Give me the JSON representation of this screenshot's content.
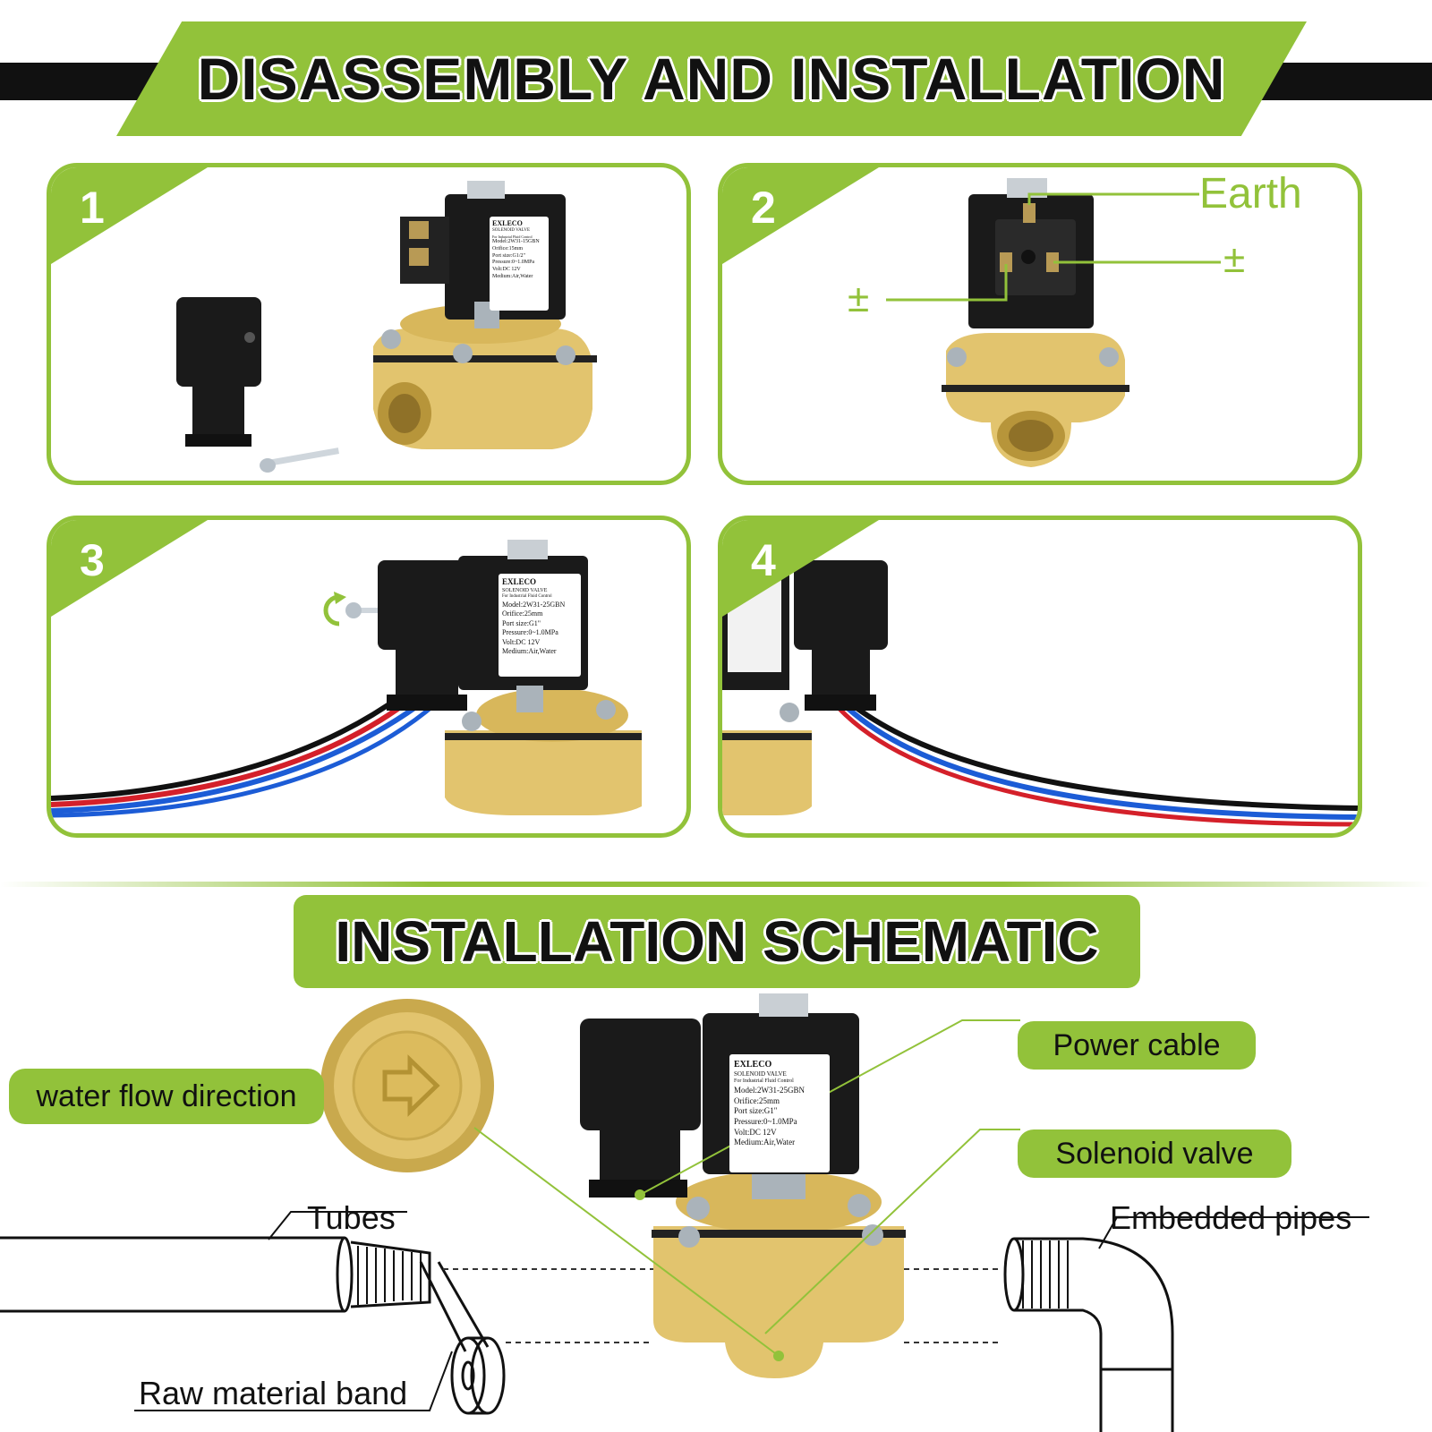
{
  "header": {
    "title": "DISASSEMBLY AND INSTALLATION"
  },
  "steps": [
    {
      "number": "1"
    },
    {
      "number": "2"
    },
    {
      "number": "3"
    },
    {
      "number": "4"
    }
  ],
  "wiring": {
    "earth": "Earth",
    "pm_left": "±",
    "pm_right": "±"
  },
  "schematic": {
    "title": "INSTALLATION SCHEMATIC",
    "labels": {
      "water_flow": "water flow direction",
      "power_cable": "Power cable",
      "solenoid_valve": "Solenoid valve",
      "tubes": "Tubes",
      "embedded_pipes": "Embedded pipes",
      "raw_material_band": "Raw material band"
    }
  },
  "nameplate_small": {
    "brand": "EXLECO",
    "type": "SOLENOID VALVE",
    "sub": "For Industrial Fluid Control",
    "model": "Model:2W31-15GBN",
    "orifice": "Orifice:15mm",
    "port": "Port size:G1/2\"",
    "pressure": "Pressure:0~1.0MPa",
    "volt": "Volt:DC 12V",
    "medium": "Medium:Air,Water"
  },
  "nameplate_large": {
    "brand": "EXLECO",
    "type": "SOLENOID VALVE",
    "sub": "For Industrial Fluid Control",
    "model": "Model:2W31-25GBN",
    "orifice": "Orifice:25mm",
    "port": "Port size:G1\"",
    "pressure": "Pressure:0~1.0MPa",
    "volt": "Volt:DC 12V",
    "medium": "Medium:Air,Water"
  },
  "colors": {
    "accent": "#92c23a",
    "brass": "#e2c46e",
    "coil": "#1a1a1a"
  }
}
